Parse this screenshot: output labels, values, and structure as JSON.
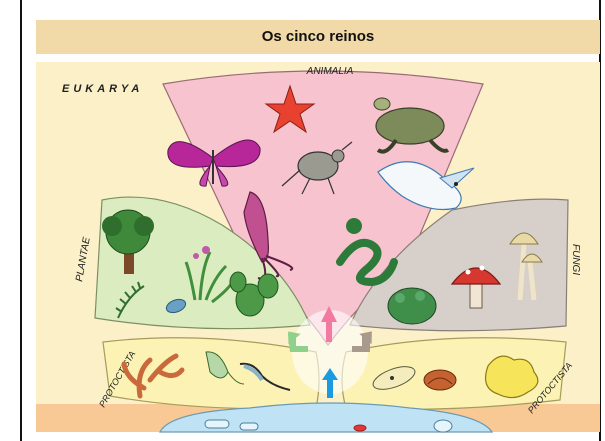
{
  "header": {
    "title": "Os cinco reinos"
  },
  "diagram": {
    "domain_label": "EUKARYA",
    "kingdoms": {
      "animalia": "ANIMALIA",
      "plantae": "PLANTAE",
      "fungi": "FUNGI",
      "protoctista_left": "PROTOCTISTA",
      "protoctista_right": "PROTOCTISTA"
    },
    "colors": {
      "background": "#fbf0c8",
      "animalia": "#f6c3cf",
      "plantae": "#dcecc1",
      "fungi": "#d7cfc9",
      "protoctista": "#fbf2b4",
      "monera": "#bfe3f5",
      "bottom_band": "#f8c895",
      "arrow_blue": "#1a9be0",
      "arrow_pink": "#f27aa2",
      "arrow_green": "#8fd18c",
      "arrow_brown": "#a89a8c"
    },
    "icons": [
      "butterfly-icon",
      "starfish-icon",
      "turtle-icon",
      "beetle-icon",
      "bird-icon",
      "squid-icon",
      "snake-icon",
      "tree-icon",
      "fern-icon",
      "grass-icon",
      "leaf-icon",
      "cactus-icon",
      "moss-icon",
      "mushroom-red-icon",
      "mushroom-pale-icon",
      "coral-icon",
      "euglena-icon",
      "trypanosome-icon",
      "paramecium-icon",
      "shell-amoeba-icon",
      "amoeba-icon",
      "bacteria-icon"
    ]
  }
}
